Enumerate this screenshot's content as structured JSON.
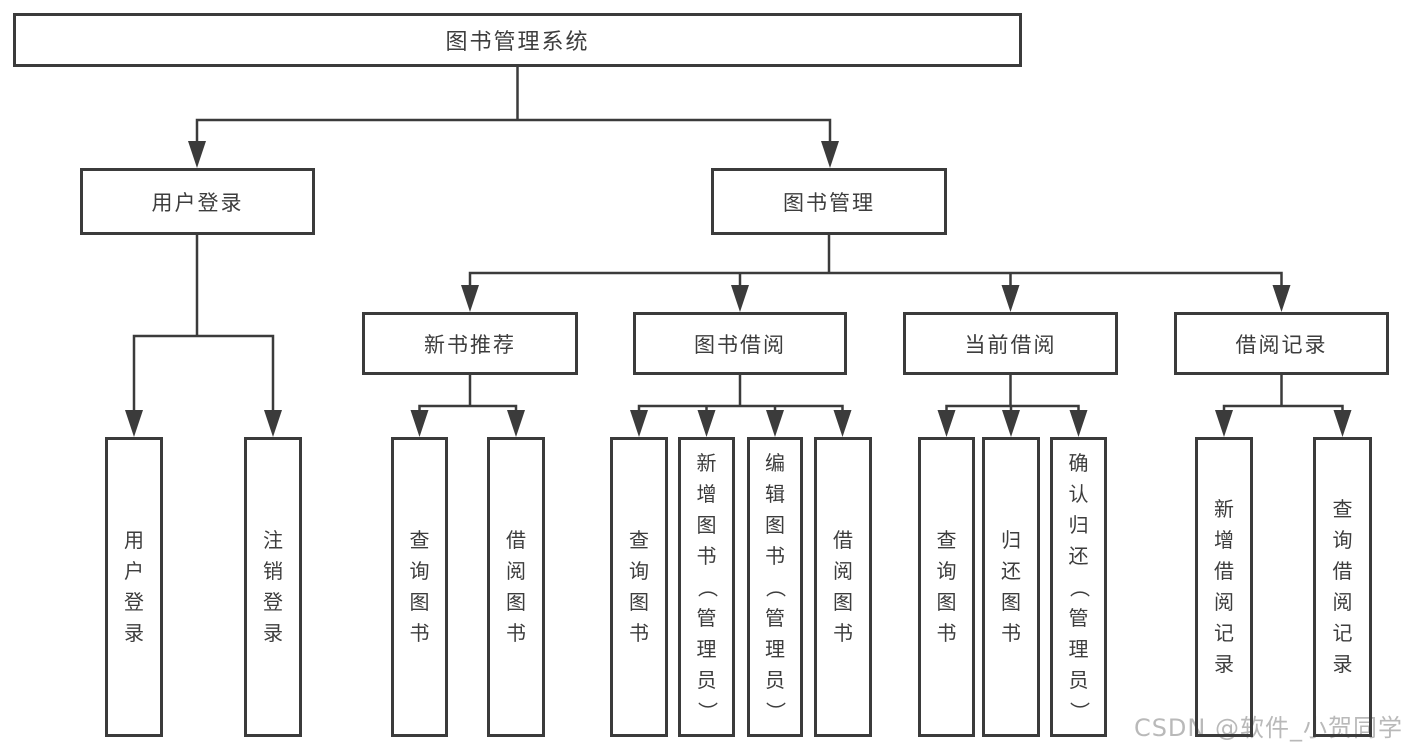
{
  "nodes": {
    "root": {
      "label": "图书管理系统"
    },
    "level2": [
      {
        "label": "用户登录"
      },
      {
        "label": "图书管理"
      }
    ],
    "level3": [
      {
        "label": "新书推荐"
      },
      {
        "label": "图书借阅"
      },
      {
        "label": "当前借阅"
      },
      {
        "label": "借阅记录"
      }
    ]
  },
  "leaves": {
    "g1": [
      "用户登录",
      "注销登录"
    ],
    "g2": [
      "查询图书",
      "借阅图书"
    ],
    "g3": [
      "查询图书",
      "新增图书（管理员）",
      "编辑图书（管理员）",
      "借阅图书"
    ],
    "g4": [
      "查询图书",
      "归还图书",
      "确认归还（管理员）"
    ],
    "g5": [
      "新增借阅记录",
      "查询借阅记录"
    ]
  },
  "watermark": {
    "text": "CSDN @软件_小贺同学"
  },
  "colors": {
    "line": "#3b3b3b",
    "text": "#3d3d3d",
    "watermark": "#b9b9b9",
    "background": "#ffffff"
  }
}
